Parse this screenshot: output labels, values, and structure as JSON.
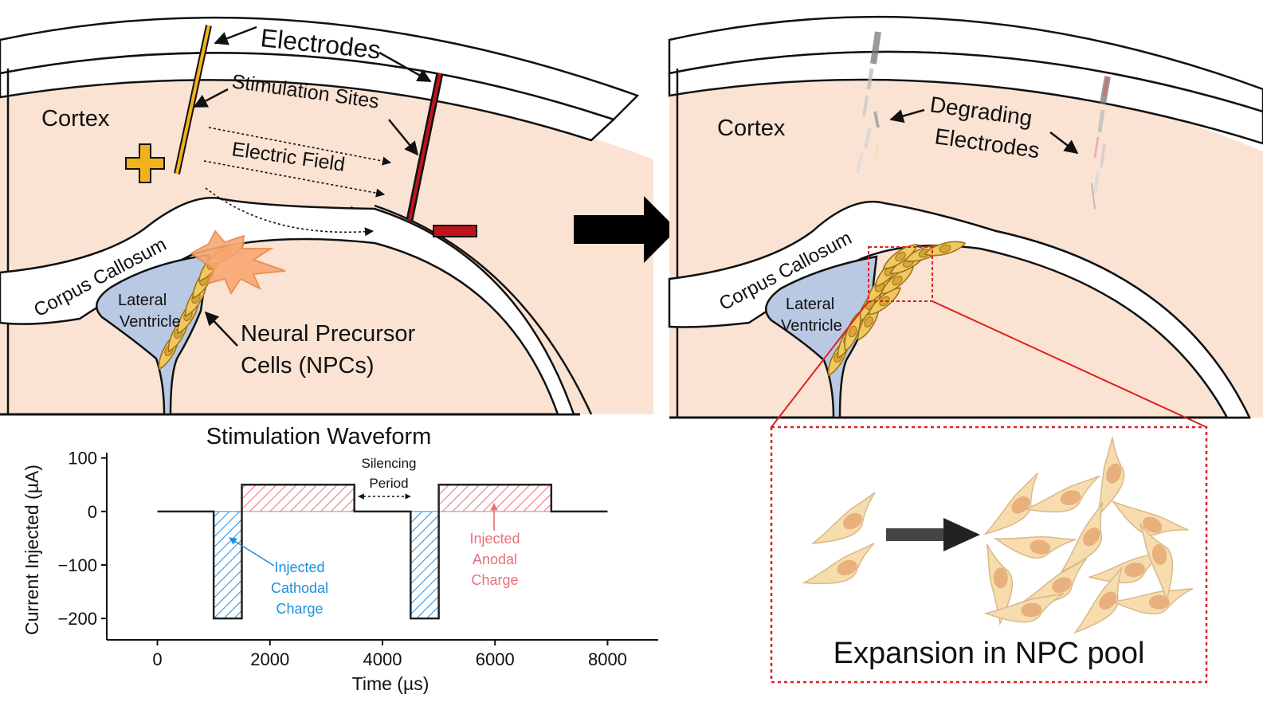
{
  "left_panel": {
    "cortex": "Cortex",
    "electrodes": "Electrodes",
    "stimulation_sites": "Stimulation Sites",
    "electric_field": "Electric Field",
    "corpus_callosum": "Corpus Callosum",
    "lateral": "Lateral",
    "ventricle": "Ventricle",
    "npc_line1": "Neural Precursor",
    "npc_line2": "Cells (NPCs)",
    "plus": "+",
    "minus": "−"
  },
  "right_panel": {
    "cortex": "Cortex",
    "degrading": "Degrading",
    "electrodes": "Electrodes",
    "corpus_callosum": "Corpus Callosum",
    "lateral": "Lateral",
    "ventricle": "Ventricle"
  },
  "inset": {
    "caption": "Expansion in NPC pool"
  },
  "colors": {
    "tissue": "#fbe3d3",
    "ventricle": "#b9c9e3",
    "anode": "#f2b21c",
    "cathode": "#c0141c",
    "cathodal_hatch": "#1f8fe0",
    "anodal_hatch": "#e8707a",
    "inset_border": "#e02020",
    "cell_fill": "#f7dcae",
    "cell_nucleus": "#e8b07d"
  },
  "chart_data": {
    "type": "line",
    "title": "Stimulation Waveform",
    "xlabel": "Time (µs)",
    "ylabel": "Current Injected (µA)",
    "xlim": [
      -900,
      8900
    ],
    "ylim": [
      -240,
      110
    ],
    "xticks": [
      0,
      2000,
      4000,
      6000,
      8000
    ],
    "yticks": [
      100,
      0,
      -100,
      -200
    ],
    "series": [
      {
        "x": [
          0,
          1000,
          1000,
          1500,
          1500,
          3500,
          3500,
          4500,
          4500,
          5000,
          5000,
          7000,
          7000,
          8000
        ],
        "y": [
          0,
          0,
          -200,
          -200,
          50,
          50,
          0,
          0,
          -200,
          -200,
          50,
          50,
          0,
          0
        ]
      }
    ],
    "regions": [
      {
        "kind": "cathodal",
        "x0": 1000,
        "x1": 1500,
        "y0": -200,
        "y1": 0
      },
      {
        "kind": "anodal",
        "x0": 1500,
        "x1": 3500,
        "y0": 0,
        "y1": 50
      },
      {
        "kind": "cathodal",
        "x0": 4500,
        "x1": 5000,
        "y0": -200,
        "y1": 0
      },
      {
        "kind": "anodal",
        "x0": 5000,
        "x1": 7000,
        "y0": 0,
        "y1": 50
      }
    ],
    "annotations": {
      "silencing_line1": "Silencing",
      "silencing_line2": "Period",
      "cathodal_line1": "Injected",
      "cathodal_line2": "Cathodal",
      "cathodal_line3": "Charge",
      "anodal_line1": "Injected",
      "anodal_line2": "Anodal",
      "anodal_line3": "Charge"
    }
  }
}
